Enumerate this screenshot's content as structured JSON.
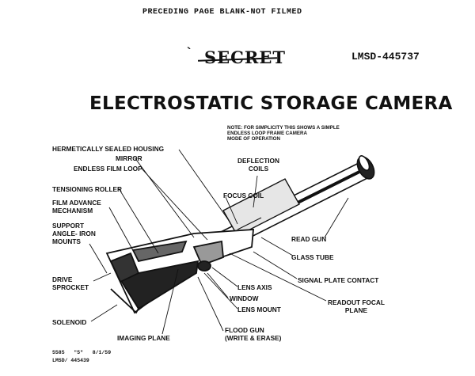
{
  "header": {
    "top_banner": "PRECEDING PAGE BLANK-NOT FILMED",
    "classification": "SECRET",
    "doc_number": "LMSD-445737"
  },
  "title": "ELECTROSTATIC STORAGE CAMERA",
  "note": "NOTE: FOR SIMPLICITY THIS SHOWS A SIMPLE\nENDLESS LOOP FRAME CAMERA\nMODE OF OPERATION",
  "labels": {
    "hermetic": "HERMETICALLY SEALED HOUSING",
    "mirror": "MIRROR",
    "film_loop": "ENDLESS FILM LOOP",
    "tensioning": "TENSIONING ROLLER",
    "film_advance": "FILM ADVANCE\nMECHANISM",
    "support": "SUPPORT\nANGLE- IRON\nMOUNTS",
    "drive": "DRIVE\nSPROCKET",
    "solenoid": "SOLENOID",
    "imaging": "IMAGING PLANE",
    "deflection": "DEFLECTION\nCOILS",
    "focus": "FOCUS COIL",
    "read_gun": "READ GUN",
    "glass_tube": "GLASS TUBE",
    "signal_plate": "SIGNAL PLATE CONTACT",
    "lens_axis": "LENS AXIS",
    "window": "WINDOW",
    "lens_mount": "LENS MOUNT",
    "readout": "READOUT FOCAL\nPLANE",
    "flood_gun": "FLOOD GUN\n(WRITE & ERASE)"
  },
  "footer": {
    "line1": "5585   \"5\"   8/1/59",
    "line2": "LMSD/ 445439"
  }
}
